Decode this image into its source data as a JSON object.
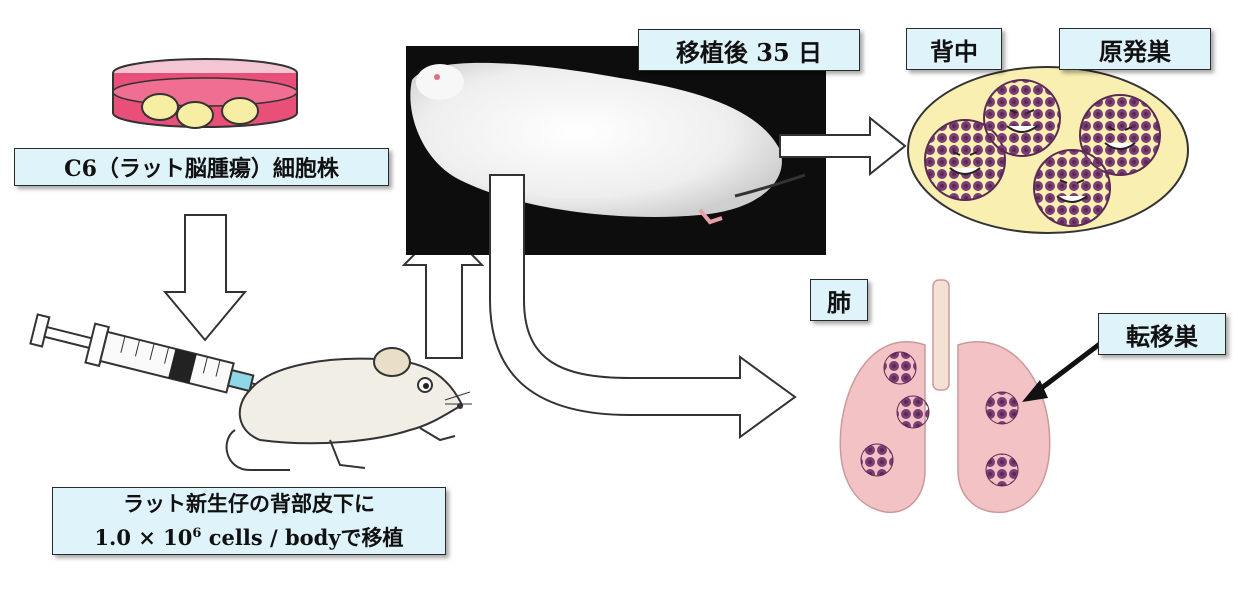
{
  "labels": {
    "cell_line": "C6（ラット脳腫瘍）細胞株",
    "post_transplant": "移植後 35 日",
    "back": "背中",
    "primary": "原発巣",
    "lung": "肺",
    "metastasis": "転移巣",
    "injection_line1": "ラット新生仔の背部皮下に",
    "injection_line2_prefix": "1.0 × 10",
    "injection_line2_sup": "6",
    "injection_line2_suffix": " cells / bodyで移植"
  },
  "colors": {
    "label_bg": "#dff3fb",
    "dish_medium": "#e8507a",
    "cell": "#f7eea4",
    "tumor": "#6b3266",
    "tumor_plate": "#f8efb0",
    "lung": "#f3c2c4",
    "syringe_blue": "#8fd8e8"
  },
  "icons": [
    "petri-dish-icon",
    "arrow-down-icon",
    "syringe-icon",
    "rat-icon",
    "arrow-up-icon",
    "rat-photo",
    "arrow-right-icon",
    "curved-arrow-icon",
    "tumor-plate-icon",
    "lungs-icon",
    "pointer-arrow-icon"
  ]
}
